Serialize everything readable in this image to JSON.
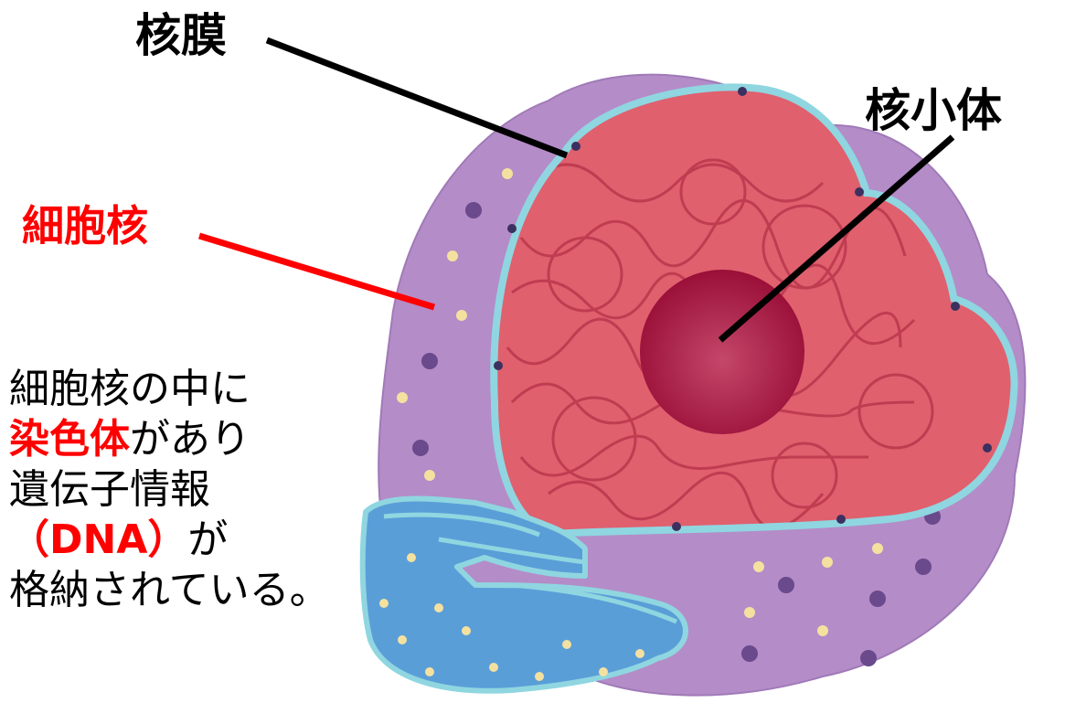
{
  "labels": {
    "nuclear_membrane": "核膜",
    "nucleolus": "核小体",
    "nucleus": "細胞核"
  },
  "description": {
    "line1": "細胞核の中に",
    "line2_highlight": "染色体",
    "line2_rest": "があり",
    "line3": "遺伝子情報",
    "line4_highlight": "（DNA）",
    "line4_rest": "が",
    "line5": "格納されている。"
  },
  "colors": {
    "highlight_text": "#ff0000",
    "nucleus_pointer": "#ff0000",
    "pointer": "#000000",
    "cytoplasm": "#b48cc8",
    "nucleus_fill": "#e0606e",
    "nuclear_envelope": "#8fd6e0",
    "nucleolus": "#a0143c",
    "endoplasmic_reticulum": "#5a9ed8"
  }
}
